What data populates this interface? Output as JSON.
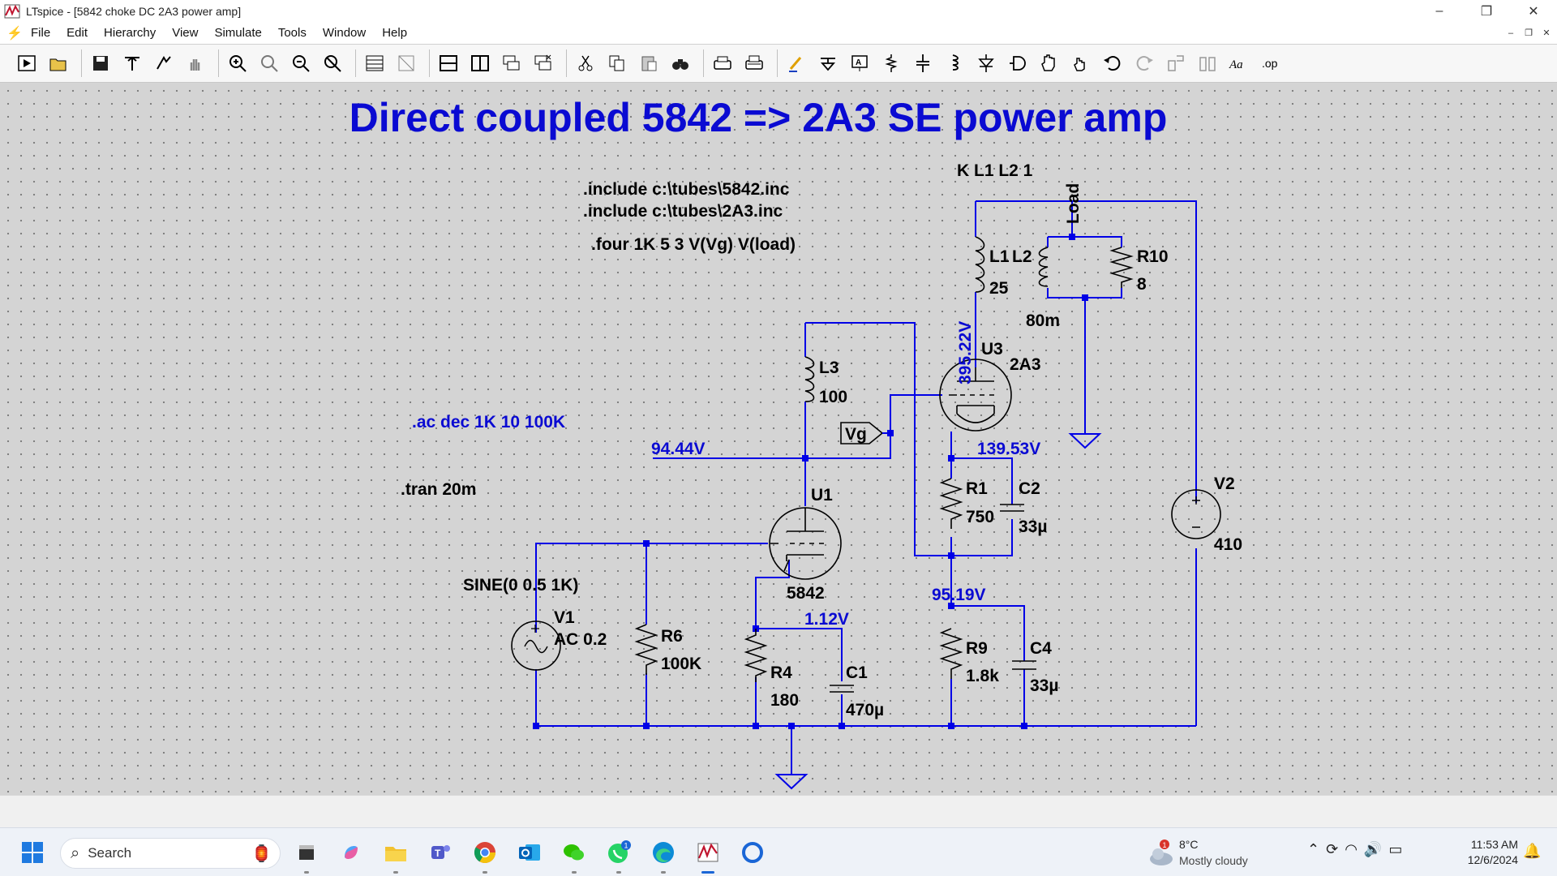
{
  "window": {
    "title": "LTspice - [5842 choke DC 2A3 power amp]",
    "minimize": "–",
    "restore": "❐",
    "close": "✕"
  },
  "menu": {
    "items": [
      "File",
      "Edit",
      "Hierarchy",
      "View",
      "Simulate",
      "Tools",
      "Window",
      "Help"
    ],
    "mdi_min": "–",
    "mdi_restore": "❐",
    "mdi_close": "✕"
  },
  "toolbar": {
    "buttons": [
      "run-icon",
      "open-icon",
      "save-icon",
      "control-panel-icon",
      "halt-icon",
      "pan-icon",
      "zoom-in-icon",
      "zoom-fit-icon",
      "zoom-out-icon",
      "zoom-cancel-icon",
      "waveform-icon",
      "autorange-icon",
      "tile-horizontal-icon",
      "tile-vertical-icon",
      "cascade-icon",
      "close-windows-icon",
      "cut-icon",
      "copy-icon",
      "paste-icon",
      "find-icon",
      "print-setup-icon",
      "print-icon",
      "wire-icon",
      "ground-icon",
      "label-net-icon",
      "resistor-icon",
      "capacitor-icon",
      "inductor-icon",
      "diode-icon",
      "component-icon",
      "move-icon",
      "drag-icon",
      "undo-icon",
      "redo-icon",
      "rotate-icon",
      "mirror-icon",
      "text-icon",
      "spice-directive-icon"
    ]
  },
  "schematic": {
    "title": "Direct coupled 5842 => 2A3 SE power amp",
    "colors": {
      "wire": "#0000e6",
      "text": "#000000",
      "annot": "#0000c8",
      "node": "#0000e6"
    },
    "directives": {
      "include1": ".include c:\\tubes\\5842.inc",
      "include2": ".include c:\\tubes\\2A3.inc",
      "four": ".four 1K 5 3 V(Vg) V(load)",
      "ac": ".ac dec 1K 10 100K",
      "tran": ".tran 20m",
      "coupling": "K L1 L2 1"
    },
    "labels": {
      "load": "Load",
      "vg": "Vg"
    },
    "components": {
      "L1": "L1",
      "L2": "L2",
      "L1_val": "25",
      "L2_val": "80m",
      "R10": "R10",
      "R10_val": "8",
      "U3": "U3",
      "U3_val": "2A3",
      "L3": "L3",
      "L3_val": "100",
      "U1": "U1",
      "U1_val": "5842",
      "R1": "R1",
      "R1_val": "750",
      "C2": "C2",
      "C2_val": "33µ",
      "V2": "V2",
      "V2_val": "410",
      "V1": "V1",
      "V1_val": "AC 0.2",
      "V1_sine": "SINE(0 0.5 1K)",
      "R6": "R6",
      "R6_val": "100K",
      "R4": "R4",
      "R4_val": "180",
      "C1": "C1",
      "C1_val": "470µ",
      "R9": "R9",
      "R9_val": "1.8k",
      "C4": "C4",
      "C4_val": "33µ"
    },
    "voltages": {
      "v_plate_u3": "395.22V",
      "v_plate_u1": "94.44V",
      "v_cath_u3": "139.53V",
      "v_cath_u1": "1.12V",
      "v_mid": "95.19V"
    }
  },
  "taskbar": {
    "search_label": "Search",
    "weather_badge": "1",
    "weather_temp": "8°C",
    "weather_cond": "Mostly cloudy",
    "time": "11:53 AM",
    "date": "12/6/2024",
    "whatsapp_badge": "1",
    "apps": [
      "file-explorer-icon",
      "copilot-icon",
      "folder-icon",
      "teams-icon",
      "chrome-icon",
      "outlook-icon",
      "wechat-icon",
      "whatsapp-icon",
      "edge-icon",
      "ltspice-icon",
      "cortana-icon"
    ]
  }
}
